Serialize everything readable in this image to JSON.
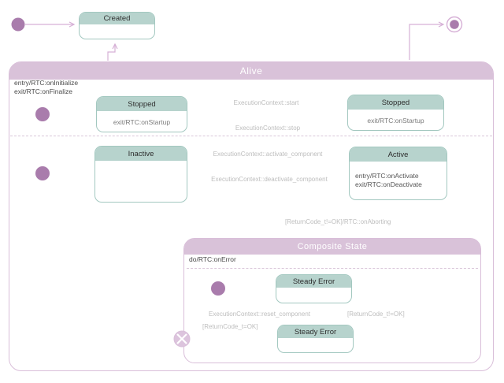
{
  "colors": {
    "teal-fill": "#b7d3cd",
    "teal-border": "#a3c8c0",
    "teal-line": "#a9ccc5",
    "purple-fill": "#d9c2d9",
    "purple-border": "#d9bed9",
    "pink-line": "#d6b0d6",
    "dot": "#a97cac",
    "label": "#bdbdbd",
    "action-text": "#5a5a5a",
    "title-text": "#2e2e2e"
  },
  "created": {
    "title": "Created"
  },
  "alive": {
    "title": "Alive",
    "entry_action": "entry/RTC:onInitialize",
    "exit_action": "exit/RTC:onFinalize",
    "states": {
      "stopped_left": {
        "title": "Stopped",
        "exit_action": "exit/RTC:onStartup"
      },
      "stopped_right": {
        "title": "Stopped",
        "exit_action": "exit/RTC:onStartup"
      },
      "inactive": {
        "title": "Inactive"
      },
      "active": {
        "title": "Active",
        "entry_action": "entry/RTC:onActivate",
        "exit_action": "exit/RTC:onDeactivate"
      }
    },
    "transitions": {
      "start": "ExecutionContext::start",
      "stop": "ExecutionContext::stop",
      "activate": "ExecutionContext::activate_component",
      "deactivate": "ExecutionContext::deactivate_component",
      "abort": "[ReturnCode_t!=OK]/RTC::onAborting"
    }
  },
  "composite": {
    "title": "Composite State",
    "do_action": "do/RTC:onError",
    "states": {
      "steady_error_top": {
        "title": "Steady Error"
      },
      "steady_error_bottom": {
        "title": "Steady Error"
      }
    },
    "transitions": {
      "reset": "ExecutionContext::reset_component",
      "error_again": "[ReturnCode_t!=OK]",
      "reset_ok": "[ReturnCode_t=OK]"
    }
  }
}
